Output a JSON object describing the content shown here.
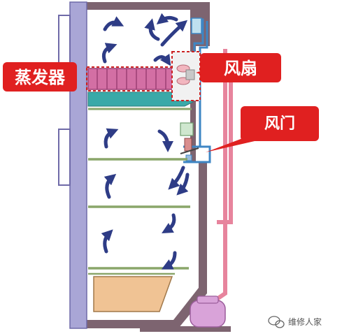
{
  "labels": {
    "evaporator": "蒸发器",
    "fan": "风扇",
    "damper": "风门"
  },
  "watermark": {
    "text": "维修人家"
  },
  "colors": {
    "cabinet_outline": "#7d6470",
    "door": "#a9a6d6",
    "interior": "#ffffff",
    "shelf": "#8aa66a",
    "evaporator": "#d36fa4",
    "drip_tray": "#3aa9a8",
    "air_duct": "#3e86c4",
    "condenser_pipe": "#e7849d",
    "compressor": "#d9a3d9",
    "crisper": "#f0c394",
    "airflow_arrow": "#2e3c86",
    "callout_bg": "#e02020",
    "callout_text": "#ffffff"
  },
  "icons": {
    "airflow": "curved-arrow",
    "watermark": "wechat-icon"
  }
}
